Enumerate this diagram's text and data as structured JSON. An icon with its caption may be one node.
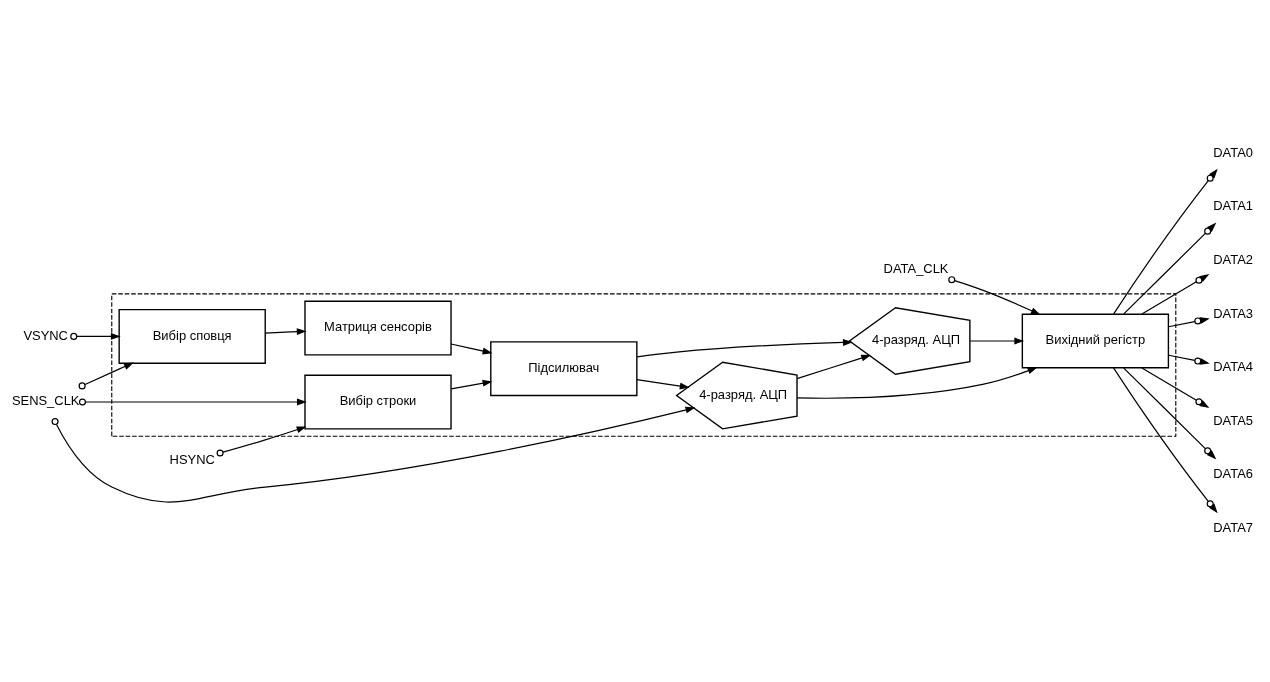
{
  "diagram": {
    "nodes": [
      {
        "text": [],
        "shape": "box"
      },
      {
        "text": [
          "VSYNC"
        ]
      },
      {
        "text": [
          "HSYNC"
        ]
      },
      {
        "text": [
          "SENS_CLK"
        ]
      },
      {
        "text": [
          "Вибір сповця"
        ],
        "in": 0
      },
      {
        "text": [
          "Вибір строки"
        ],
        "in": 0
      },
      {
        "text": [
          "Матриця сенсорів"
        ],
        "in": 0
      },
      {
        "text": [
          "Підсилювач"
        ],
        "in": 0
      },
      {
        "text": [
          "4-разряд. АЦП"
        ],
        "in": 0
      },
      {
        "text": [
          "4-разряд. АЦП"
        ],
        "in": 0
      },
      {
        "text": [
          "Вихідний регістр"
        ],
        "in": 0
      },
      {
        "text": [
          "DATA0"
        ]
      },
      {
        "text": [
          "DATA1"
        ]
      },
      {
        "text": [
          "DATA2"
        ]
      },
      {
        "text": [
          "DATA3"
        ]
      },
      {
        "text": [
          "DATA4"
        ]
      },
      {
        "text": [
          "DATA5"
        ]
      },
      {
        "text": [
          "DATA6"
        ]
      },
      {
        "text": [
          "DATA7"
        ]
      },
      {
        "text": [
          "DATA_CLK"
        ]
      }
    ],
    "edges": [
      {
        "from": 1,
        "to": 4,
        "arrow": "to"
      },
      {
        "from": 3,
        "to": 4,
        "arrow": "to"
      },
      {
        "from": 2,
        "to": 5,
        "arrow": "to"
      },
      {
        "from": 3,
        "to": 5,
        "arrow": "to"
      },
      {
        "from": 3,
        "to": 8,
        "arrow": "to"
      },
      {
        "from": 4,
        "to": 6,
        "arrow": "to"
      },
      {
        "from": 5,
        "to": 7,
        "arrow": "to"
      },
      {
        "from": 6,
        "to": 7,
        "arrow": "to"
      },
      {
        "from": 7,
        "to": 8,
        "arrow": "to"
      },
      {
        "from": 7,
        "to": 9,
        "arrow": "to"
      },
      {
        "from": 8,
        "to": 9,
        "arrow": "to"
      },
      {
        "from": 8,
        "to": 10,
        "arrow": "to"
      },
      {
        "from": 9,
        "to": 10,
        "arrow": "to"
      },
      {
        "from": 10,
        "to": 11,
        "arrow": "to"
      },
      {
        "from": 10,
        "to": 12,
        "arrow": "to"
      },
      {
        "from": 10,
        "to": 13,
        "arrow": "to"
      },
      {
        "from": 10,
        "to": 14,
        "arrow": "to"
      },
      {
        "from": 10,
        "to": 15,
        "arrow": "to"
      },
      {
        "from": 10,
        "to": 16,
        "arrow": "to"
      },
      {
        "from": 10,
        "to": 17,
        "arrow": "to"
      },
      {
        "from": 10,
        "to": 18,
        "arrow": "to"
      },
      {
        "from": 19,
        "to": 10,
        "arrow": "to"
      }
    ]
  }
}
